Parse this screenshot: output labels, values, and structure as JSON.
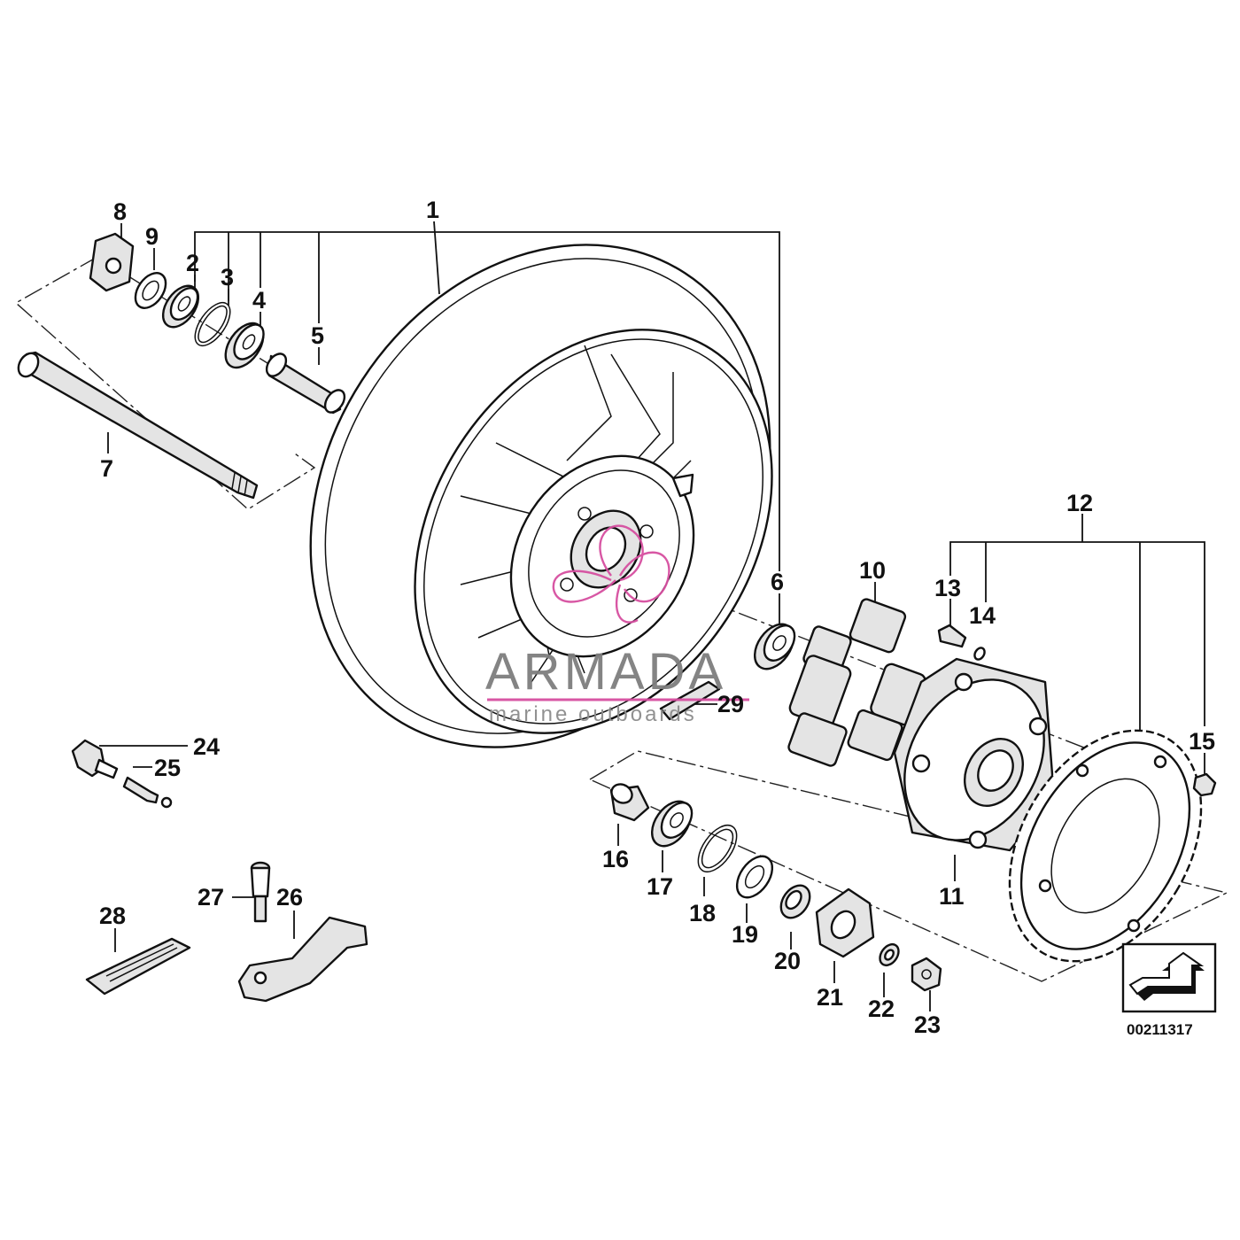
{
  "diagram": {
    "part_numbers": [
      "1",
      "2",
      "3",
      "4",
      "5",
      "6",
      "7",
      "8",
      "9",
      "10",
      "11",
      "12",
      "13",
      "14",
      "15",
      "16",
      "17",
      "18",
      "19",
      "20",
      "21",
      "22",
      "23",
      "24",
      "25",
      "26",
      "27",
      "28",
      "29"
    ],
    "document_number": "00211317",
    "watermark": {
      "brand": "ARMADA",
      "tagline": "marine outboards",
      "accent_color": "#d64fa0"
    },
    "icons": [
      "arrow-box-icon",
      "watermark-logo-icon"
    ]
  }
}
